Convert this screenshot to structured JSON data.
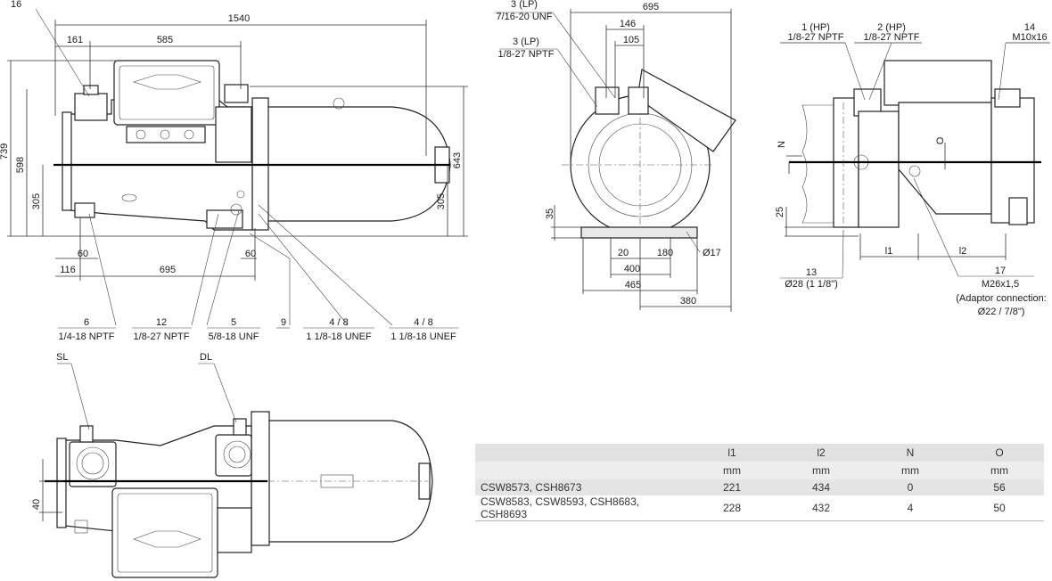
{
  "side_view": {
    "dims": {
      "total_length": "1540",
      "d161": "161",
      "d585": "585",
      "h739": "739",
      "h598": "598",
      "h305": "305",
      "h643": "643",
      "h305r": "305",
      "d60a": "60",
      "d60b": "60",
      "d116": "116",
      "d695": "695"
    },
    "callouts": [
      {
        "num": "16",
        "spec": ""
      },
      {
        "num": "6",
        "spec": "1/4-18 NPTF"
      },
      {
        "num": "12",
        "spec": "1/8-27 NPTF"
      },
      {
        "num": "5",
        "spec": "5/8-18 UNF"
      },
      {
        "num": "9",
        "spec": ""
      },
      {
        "num": "4 / 8",
        "spec": "1 1/8-18 UNEF"
      },
      {
        "num": "4 / 8",
        "spec": "1 1/8-18 UNEF"
      }
    ]
  },
  "front_view": {
    "dims": {
      "width": "695",
      "d146": "146",
      "d105": "105",
      "h35": "35",
      "d20": "20",
      "d180": "180",
      "d400": "400",
      "d465": "465",
      "d380": "380",
      "hole": "Ø17"
    },
    "callouts": [
      {
        "num": "3 (LP)",
        "spec": "7/16-20 UNF"
      },
      {
        "num": "3 (LP)",
        "spec": "1/8-27 NPTF"
      }
    ]
  },
  "end_view": {
    "labels": {
      "n": "N",
      "o": "O",
      "h25": "25",
      "l1": "l1",
      "l2": "l2"
    },
    "callouts": [
      {
        "num": "1 (HP)",
        "spec": "1/8-27 NPTF"
      },
      {
        "num": "2 (HP)",
        "spec": "1/8-27 NPTF"
      },
      {
        "num": "14",
        "spec": "M10x16"
      },
      {
        "num": "13",
        "spec": "Ø28 (1 1/8\")"
      },
      {
        "num": "17",
        "spec": "M26x1,5"
      }
    ],
    "adaptor_note": [
      "(Adaptor connection:",
      "Ø22 / 7/8\")"
    ]
  },
  "top_view": {
    "labels": {
      "sl": "SL",
      "dl": "DL",
      "h40": "40"
    }
  },
  "table": {
    "headers": [
      "l1",
      "l2",
      "N",
      "O"
    ],
    "units": [
      "mm",
      "mm",
      "mm",
      "mm"
    ],
    "rows": [
      {
        "model": "CSW8573, CSH8673",
        "values": [
          "221",
          "434",
          "0",
          "56"
        ]
      },
      {
        "model": "CSW8583, CSW8593, CSH8683, CSH8693",
        "values": [
          "228",
          "432",
          "4",
          "50"
        ]
      }
    ]
  }
}
